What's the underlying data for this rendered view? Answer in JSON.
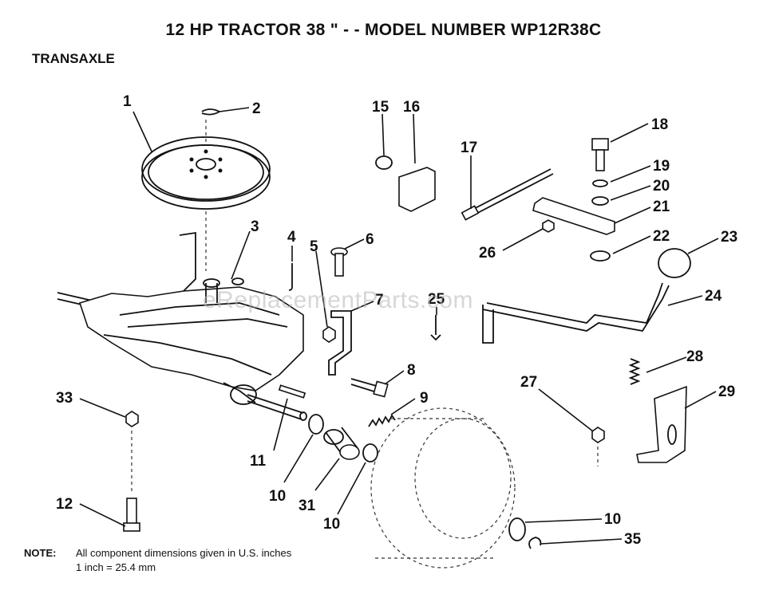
{
  "title": "12 HP TRACTOR  38 \" - - MODEL NUMBER WP12R38C",
  "section": "TRANSAXLE",
  "watermark": "eReplacementParts.com",
  "note": {
    "label": "NOTE:",
    "line1": "All component dimensions given in U.S. inches",
    "line2": "1 inch = 25.4 mm"
  },
  "callouts": {
    "c1": "1",
    "c2": "2",
    "c3": "3",
    "c4": "4",
    "c5": "5",
    "c6": "6",
    "c7": "7",
    "c8": "8",
    "c9": "9",
    "c10a": "10",
    "c10b": "10",
    "c10c": "10",
    "c11": "11",
    "c12": "12",
    "c15": "15",
    "c16": "16",
    "c17": "17",
    "c18": "18",
    "c19": "19",
    "c20": "20",
    "c21": "21",
    "c22": "22",
    "c23": "23",
    "c24": "24",
    "c25": "25",
    "c26": "26",
    "c27": "27",
    "c28": "28",
    "c29": "29",
    "c31": "31",
    "c33": "33",
    "c35": "35"
  }
}
